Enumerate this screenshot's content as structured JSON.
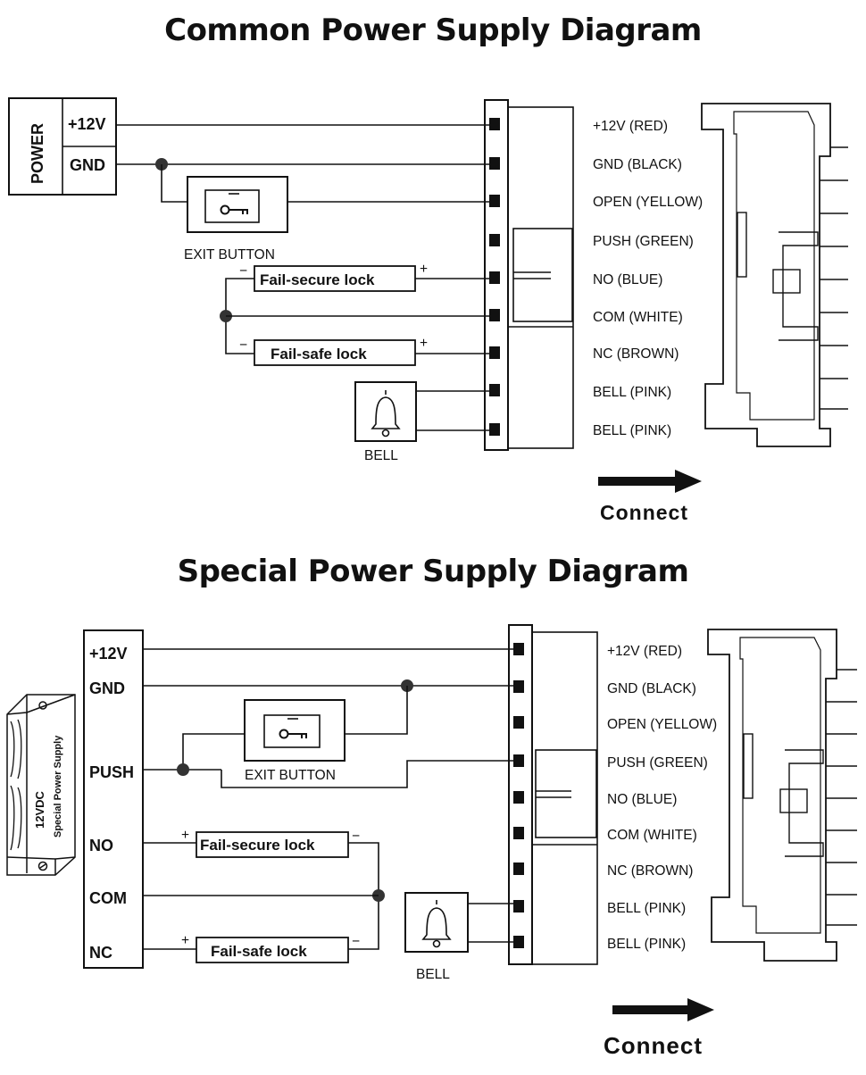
{
  "common": {
    "title": "Common Power Supply Diagram",
    "power_label": "POWER",
    "plus12v": "+12V",
    "gnd": "GND",
    "exit_button": "EXIT BUTTON",
    "fail_secure": "Fail-secure lock",
    "fail_safe": "Fail-safe lock",
    "bell": "BELL",
    "minus": "−",
    "plus": "+",
    "wires": [
      "+12V (RED)",
      "GND (BLACK)",
      "OPEN (YELLOW)",
      "PUSH (GREEN)",
      "NO (BLUE)",
      "COM (WHITE)",
      "NC (BROWN)",
      "BELL (PINK)",
      "BELL (PINK)"
    ],
    "connect": "Connect"
  },
  "special": {
    "title": "Special Power Supply Diagram",
    "plus12v": "+12V",
    "gnd": "GND",
    "push": "PUSH",
    "no": "NO",
    "com": "COM",
    "nc": "NC",
    "psu_line1": "12VDC",
    "psu_line2": "Special Power Supply",
    "exit_button": "EXIT BUTTON",
    "fail_secure": "Fail-secure lock",
    "fail_safe": "Fail-safe lock",
    "bell": "BELL",
    "minus": "−",
    "plus": "+",
    "wires": [
      "+12V (RED)",
      "GND (BLACK)",
      "OPEN (YELLOW)",
      "PUSH (GREEN)",
      "NO (BLUE)",
      "COM (WHITE)",
      "NC (BROWN)",
      "BELL (PINK)",
      "BELL (PINK)"
    ],
    "connect": "Connect"
  }
}
